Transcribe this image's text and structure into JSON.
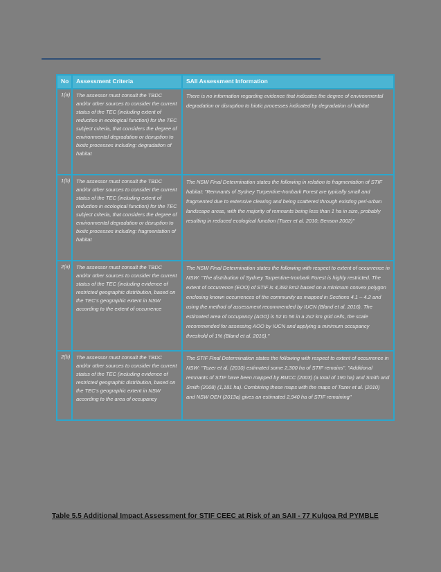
{
  "page": {
    "caption": "Table 5.5 Additional Impact Assessment for STIF CEEC at Risk of an SAII - 77 Kulgoa Rd PYMBLE"
  },
  "colors": {
    "page_background": "#7f7f7f",
    "table_border": "#2ba7cd",
    "header_fill": "#4bb5d3",
    "header_text": "#f4fbfd",
    "body_text": "#efefef",
    "top_rule": "#2f4e75",
    "caption_text": "#111111"
  },
  "table": {
    "headers": [
      "No",
      "Assessment Criteria",
      "SAII Assessment Information"
    ],
    "rows": [
      {
        "no": "1(a)",
        "criteria": "The assessor must consult the TBDC and/or other sources to consider the current status of the TEC (including extent of reduction in ecological function) for the TEC subject criteria, that considers the degree of environmental degradation or disruption to biotic processes including: degradation of habitat",
        "info": "There is no information regarding evidence that indicates the degree of environmental degradation or disruption to biotic processes indicated by degradation of habitat"
      },
      {
        "no": "1(b)",
        "criteria": "The assessor must consult the TBDC and/or other sources to consider the current status of the TEC (including extent of reduction in ecological function) for the TEC subject criteria, that considers the degree of environmental degradation or disruption to biotic processes including: fragmentation of habitat",
        "info": "The NSW Final Determination states the following in relation to fragmentation of STIF habitat: \"Remnants of Sydney Turpentine-Ironbark Forest are typically small and fragmented due to extensive clearing and being scattered through existing peri-urban landscape areas, with the majority of remnants being less than 1 ha in size, probably resulting in reduced ecological function (Tozer et al. 2010; Benson 2002)\""
      },
      {
        "no": "2(a)",
        "criteria": "The assessor must consult the TBDC and/or other sources to consider the current status of the TEC (including evidence of restricted geographic distribution, based on the TEC's geographic extent in NSW according to the extent of occurrence",
        "info": "The NSW Final Determination states the following with respect to extent of occurrence in NSW: \"The distribution of Sydney Turpentine-Ironbark Forest is highly restricted. The extent of occurrence (EOO) of STIF is 4,392 km2 based on a minimum convex polygon enclosing known occurrences of the community as mapped in Sections 4.1 – 4.2 and using the method of assessment recommended by IUCN (Bland et al. 2016). The estimated area of occupancy (AOO) is 52 to 56 in a 2x2 km grid cells, the scale recommended for assessing AOO by IUCN and applying a minimum occupancy threshold of 1% (Bland et al. 2016).\""
      },
      {
        "no": "2(b)",
        "criteria": "The assessor must consult the TBDC and/or other sources to consider the current status of the TEC (including evidence of restricted geographic distribution, based on the TEC's geographic extent in NSW according to the area of occupancy",
        "info": "The STIF Final Determination states the following with respect to extent of occurrence in NSW: \"Tozer et al. (2010) estimated some 2,300 ha of STIF remains\". \"Additional remnants of STIF have been mapped by BMCC (2003) (a total of 190 ha) and Smith and Smith (2008) (1,181 ha). Combining these maps with the maps of Tozer et al. (2010) and NSW OEH (2013a) gives an estimated 2,940 ha of STIF remaining\""
      }
    ]
  }
}
